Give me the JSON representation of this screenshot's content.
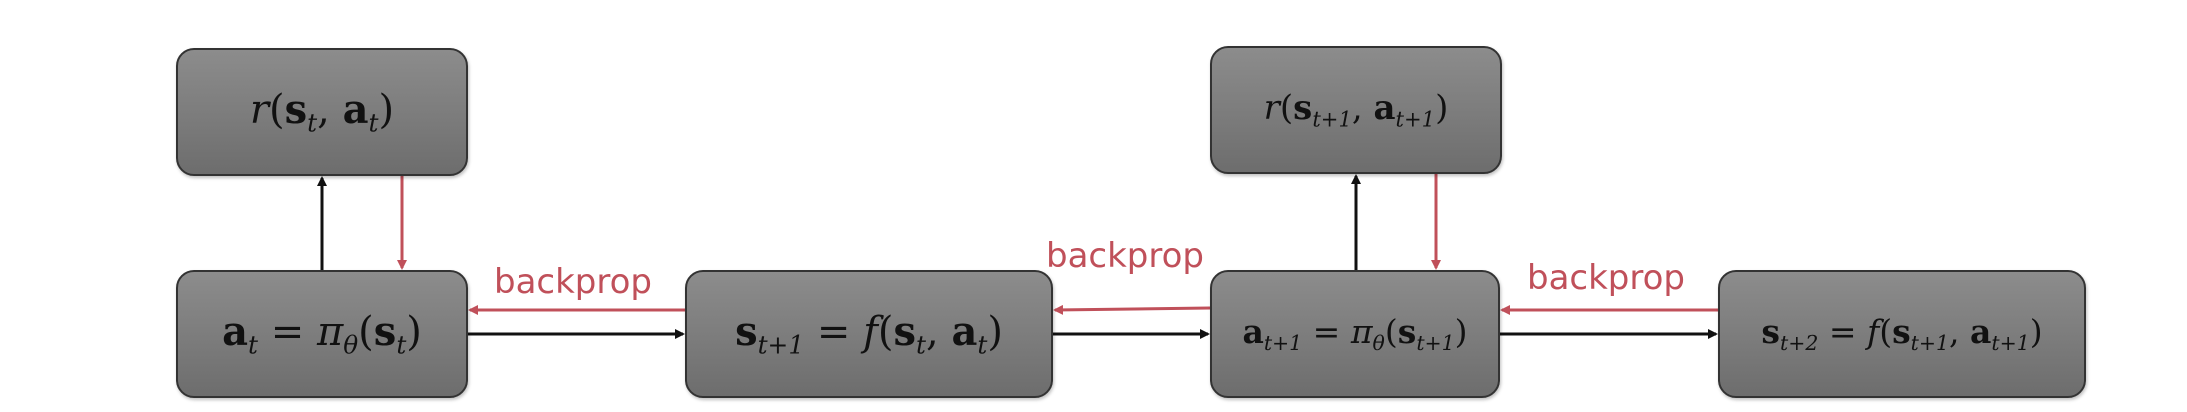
{
  "nodes": {
    "reward_t": {
      "fn": "r",
      "open": "(",
      "s": "s",
      "s_sub": "t",
      "comma": ", ",
      "a": "a",
      "a_sub": "t",
      "close": ")"
    },
    "policy_t": {
      "a": "a",
      "a_sub": "t",
      "eq": " = ",
      "pi": "π",
      "pi_sub": "θ",
      "open": "(",
      "s": "s",
      "s_sub": "t",
      "close": ")"
    },
    "dynamics_t": {
      "s_next": "s",
      "s_next_sub": "t+1",
      "eq": " = ",
      "f": "f",
      "open": "(",
      "s": "s",
      "s_sub": "t",
      "comma": ", ",
      "a": "a",
      "a_sub": "t",
      "close": ")"
    },
    "reward_t1": {
      "fn": "r",
      "open": "(",
      "s": "s",
      "s_sub": "t+1",
      "comma": ", ",
      "a": "a",
      "a_sub": "t+1",
      "close": ")"
    },
    "policy_t1": {
      "a": "a",
      "a_sub": "t+1",
      "eq": " = ",
      "pi": "π",
      "pi_sub": "θ",
      "open": "(",
      "s": "s",
      "s_sub": "t+1",
      "close": ")"
    },
    "dynamics_t1": {
      "s_next": "s",
      "s_next_sub": "t+2",
      "eq": " = ",
      "f": "f",
      "open": "(",
      "s": "s",
      "s_sub": "t+1",
      "comma": ", ",
      "a": "a",
      "a_sub": "t+1",
      "close": ")"
    }
  },
  "edge_labels": {
    "backprop_1": "backprop",
    "backprop_2": "backprop",
    "backprop_3": "backprop"
  },
  "colors": {
    "forward": "#111111",
    "backward": "#c0505a"
  }
}
